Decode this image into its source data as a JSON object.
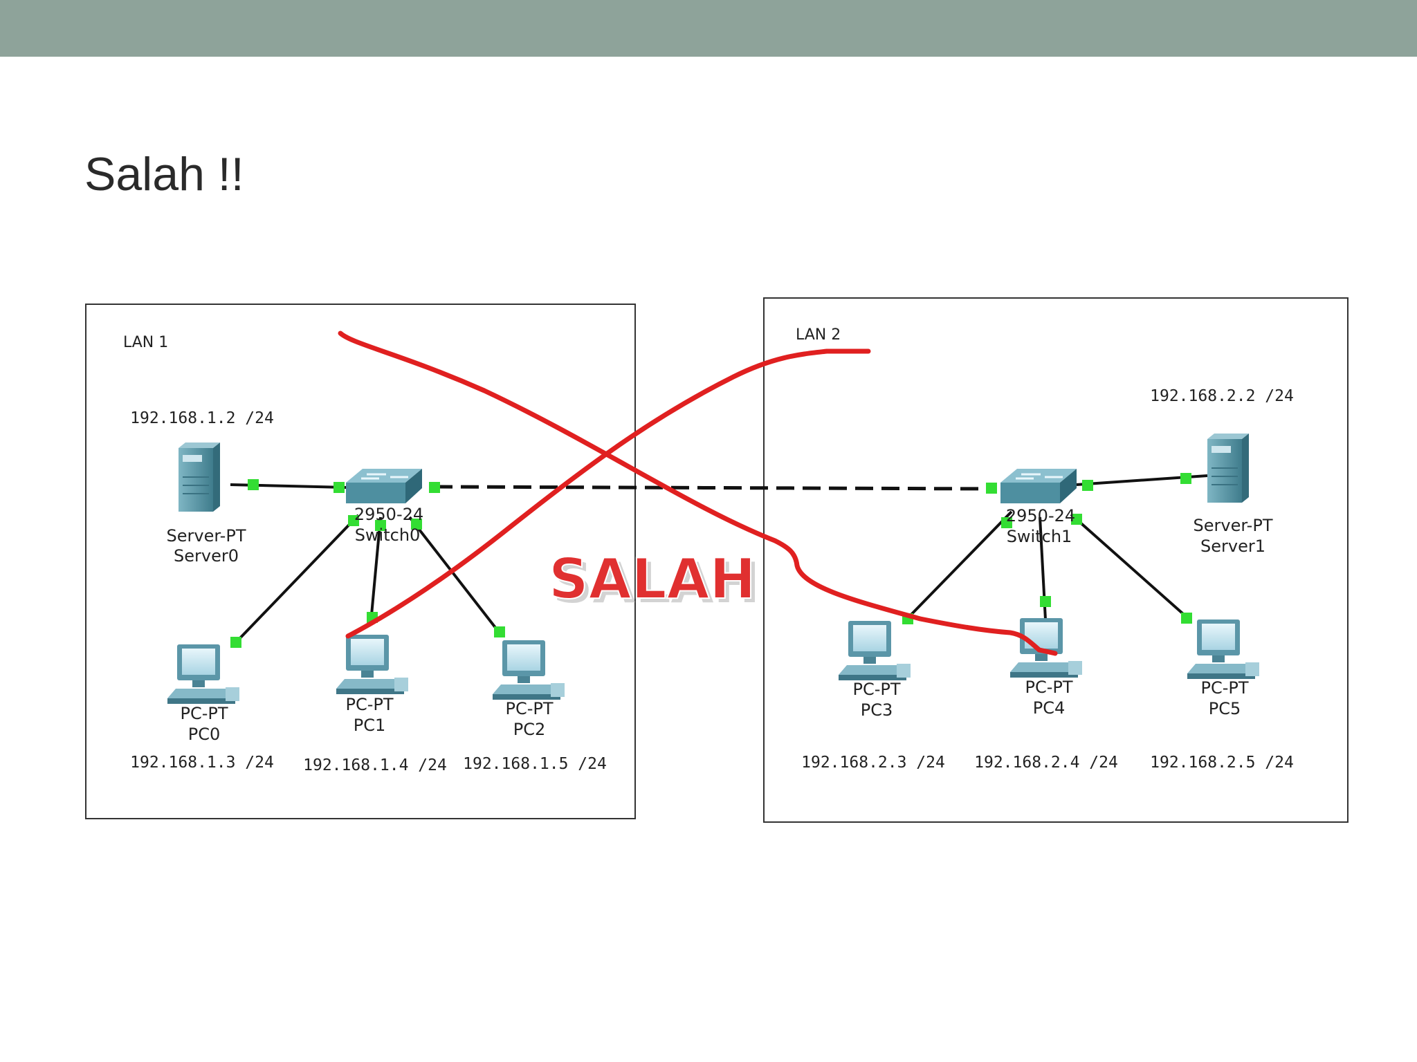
{
  "slide": {
    "title": "Salah !!",
    "header_color": "#8ea39a"
  },
  "stamp": {
    "text": "SALAH",
    "color": "#e03030"
  },
  "lan1": {
    "label": "LAN 1",
    "server": {
      "type": "Server-PT",
      "name": "Server0",
      "ip": "192.168.1.2 /24"
    },
    "switch": {
      "model": "2950-24",
      "name": "Switch0"
    },
    "pcs": [
      {
        "type": "PC-PT",
        "name": "PC0",
        "ip": "192.168.1.3 /24"
      },
      {
        "type": "PC-PT",
        "name": "PC1",
        "ip": "192.168.1.4 /24"
      },
      {
        "type": "PC-PT",
        "name": "PC2",
        "ip": "192.168.1.5 /24"
      }
    ]
  },
  "lan2": {
    "label": "LAN 2",
    "server": {
      "type": "Server-PT",
      "name": "Server1",
      "ip": "192.168.2.2 /24"
    },
    "switch": {
      "model": "2950-24",
      "name": "Switch1"
    },
    "pcs": [
      {
        "type": "PC-PT",
        "name": "PC3",
        "ip": "192.168.2.3 /24"
      },
      {
        "type": "PC-PT",
        "name": "PC4",
        "ip": "192.168.2.4 /24"
      },
      {
        "type": "PC-PT",
        "name": "PC5",
        "ip": "192.168.2.5 /24"
      }
    ]
  },
  "colors": {
    "link": "#111111",
    "port_up": "#33dd33",
    "cross_mark": "#e02020",
    "device": "#4e8fa0"
  }
}
